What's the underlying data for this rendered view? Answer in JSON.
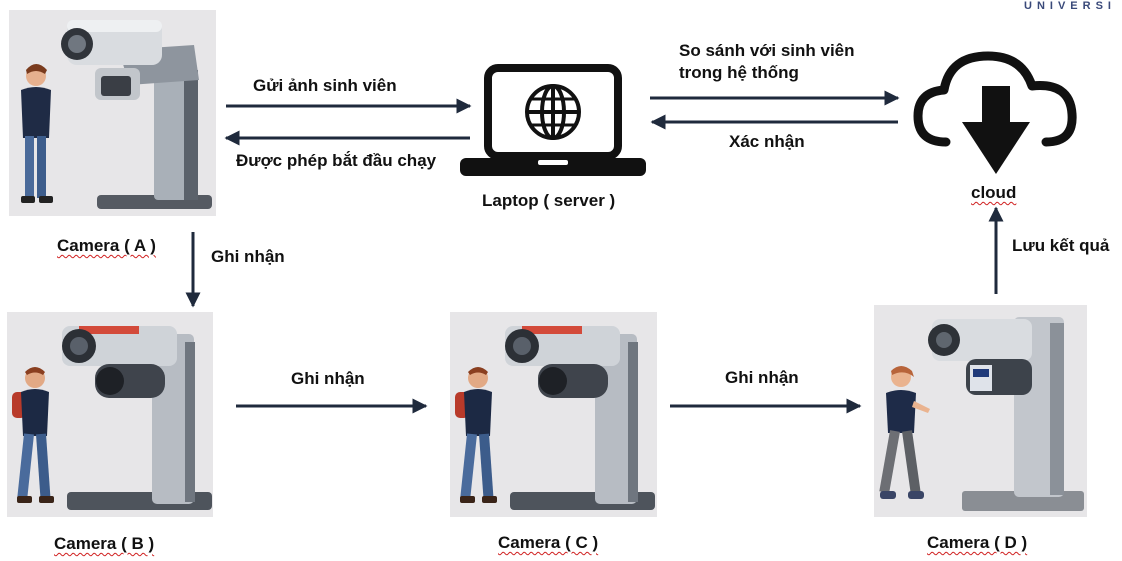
{
  "brand_text": "UNIVERSI",
  "nodes": {
    "camera_a": "Camera ( A )",
    "camera_b": "Camera ( B )",
    "camera_c": "Camera ( C )",
    "camera_d": "Camera ( D )",
    "laptop": "Laptop ( server )",
    "cloud": "cloud"
  },
  "edges": {
    "a_to_laptop": "Gửi ảnh sinh viên",
    "laptop_to_a": "Được phép bắt đầu chạy",
    "laptop_to_cloud_line1": "So sánh với sinh viên",
    "laptop_to_cloud_line2": "trong hệ thống",
    "cloud_to_laptop": "Xác nhận",
    "a_to_b": "Ghi nhận",
    "b_to_c": "Ghi nhận",
    "c_to_d": "Ghi nhận",
    "d_to_cloud": "Lưu kết quả"
  },
  "colors": {
    "arrow": "#1f2a3c",
    "panel_bg": "#e7e6e8"
  },
  "icons": [
    "globe-icon",
    "cloud-download-icon",
    "camera-icon",
    "person-icon"
  ]
}
